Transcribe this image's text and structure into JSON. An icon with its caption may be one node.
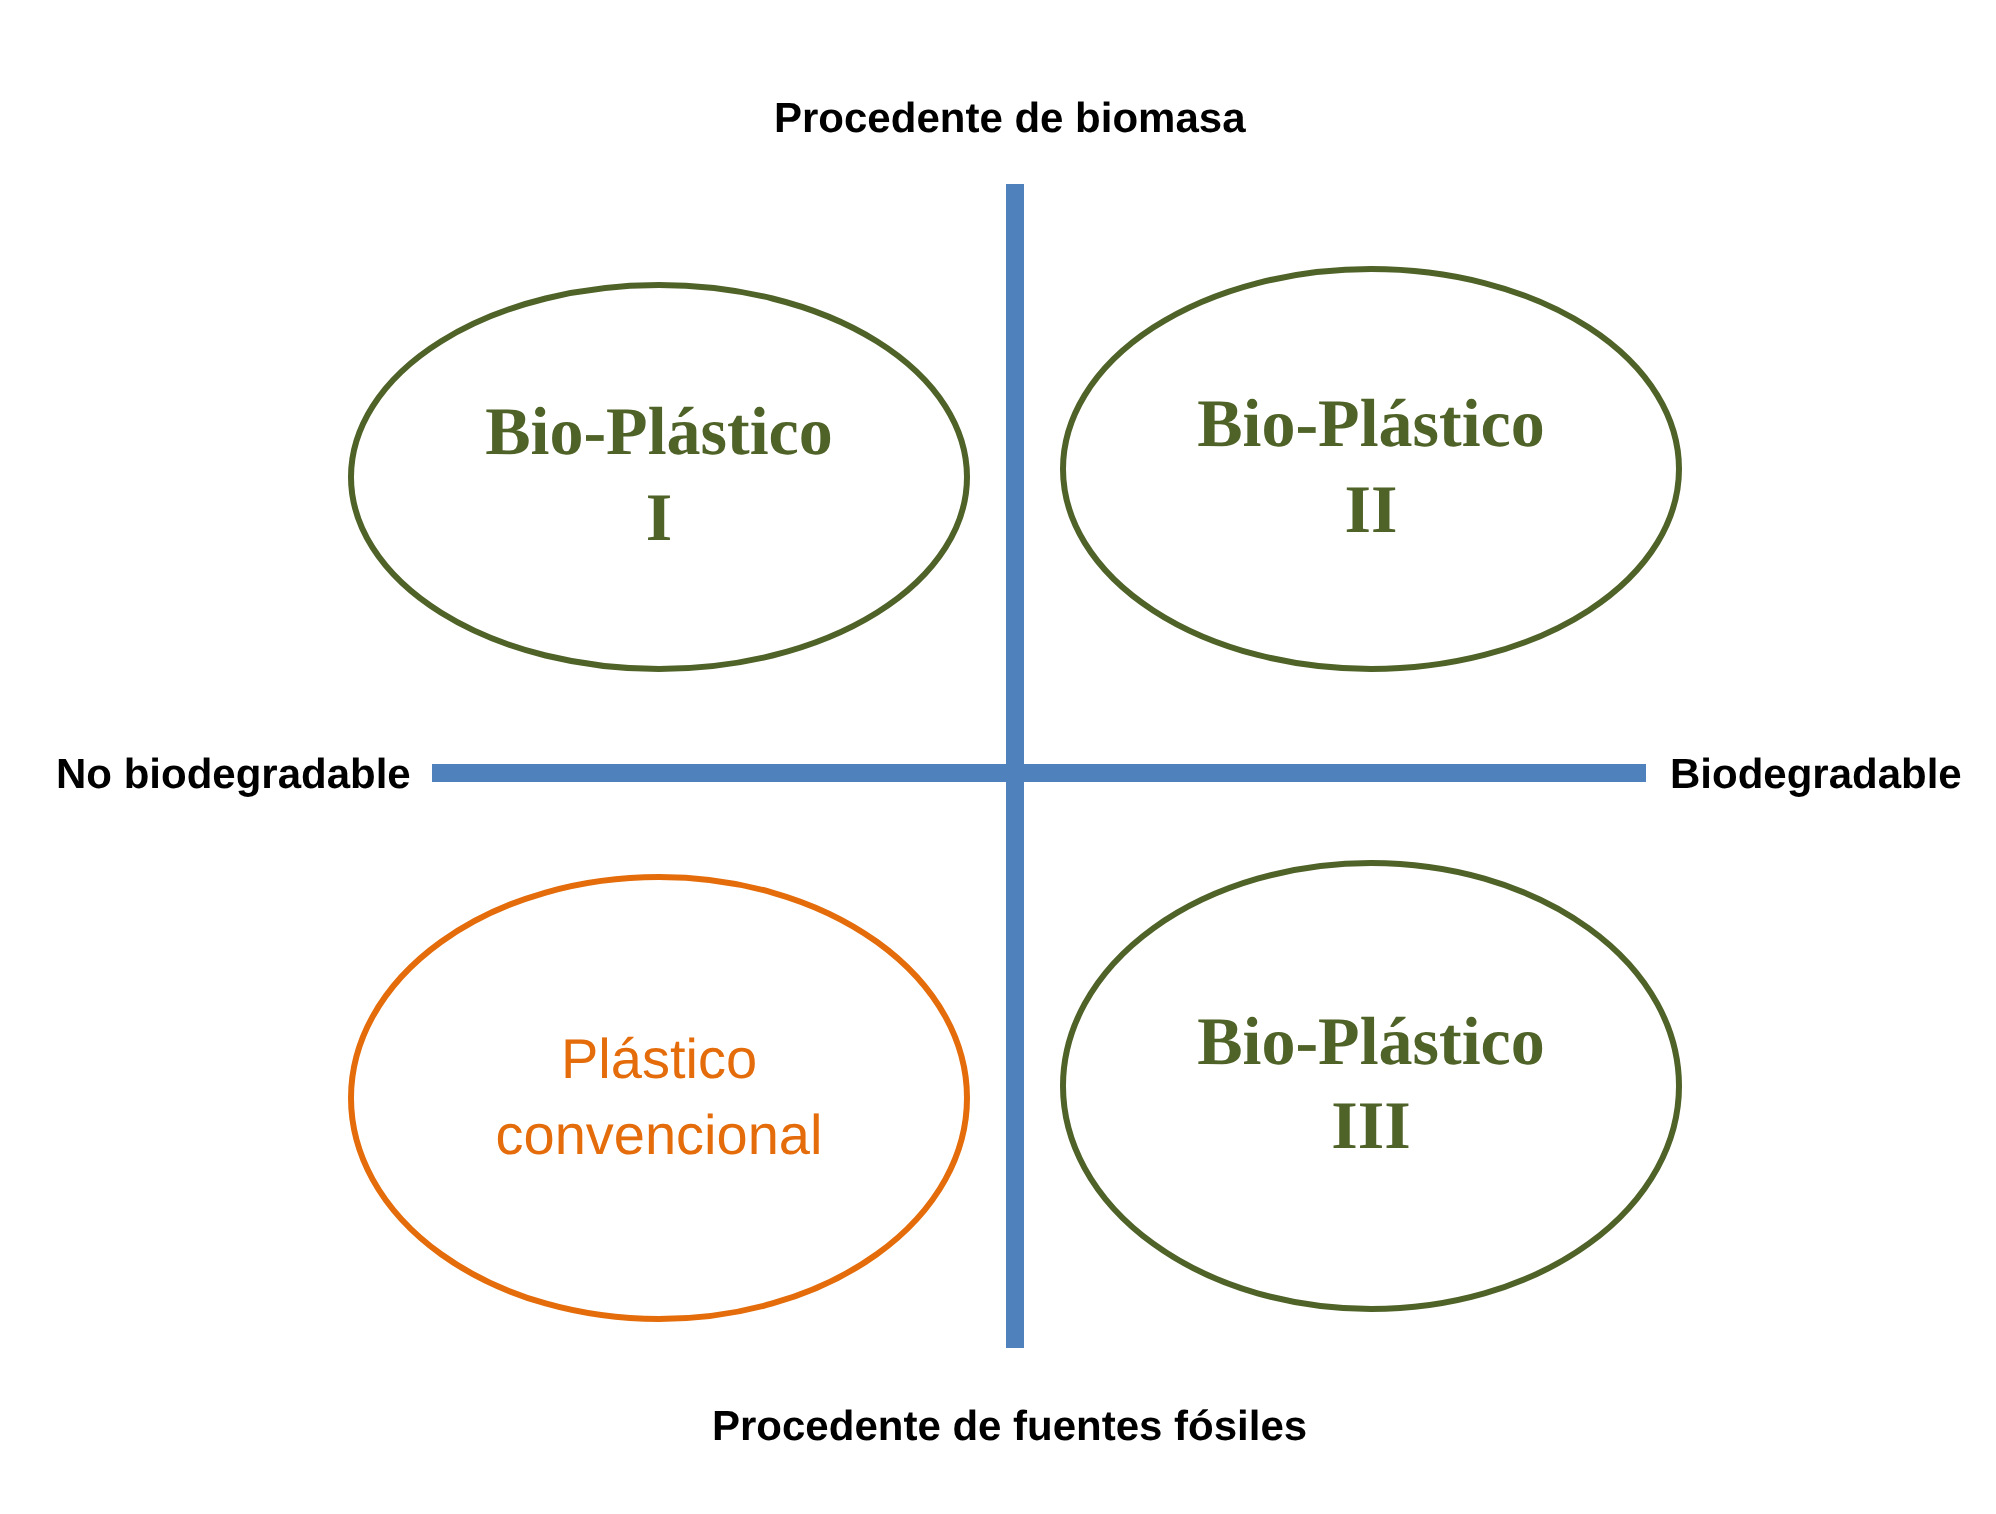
{
  "diagram": {
    "nodes": [
      {
        "text": [
          "Bio-Plástico I"
        ]
      },
      {
        "text": [
          "Bio-Plástico II"
        ]
      },
      {
        "text": [
          "Plástico convencional"
        ]
      },
      {
        "text": [
          "Bio-Plástico III"
        ]
      }
    ],
    "edges": [],
    "labels": [
      "Procedente de biomasa",
      "No biodegradable",
      "Biodegradable",
      "Procedente de fuentes fósiles"
    ]
  }
}
